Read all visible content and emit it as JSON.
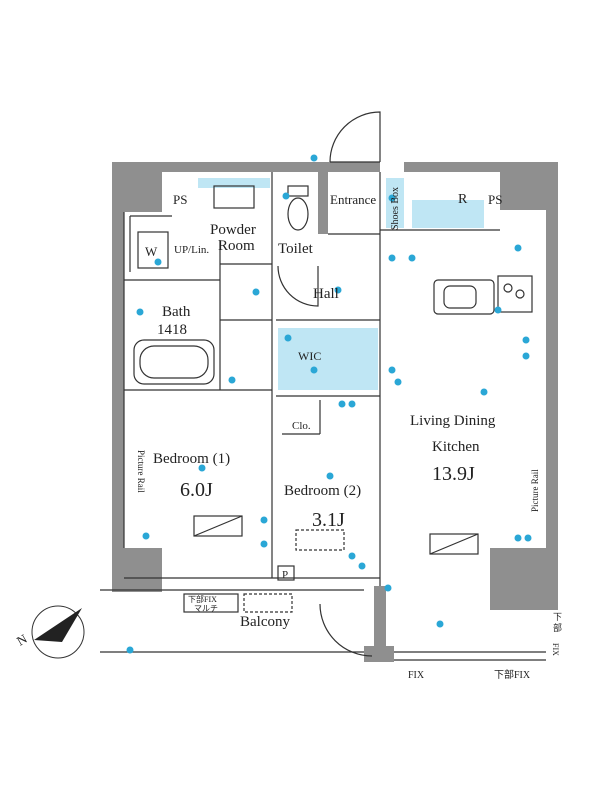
{
  "rooms": {
    "ps_left": "PS",
    "ps_right": "PS",
    "powder_room_1": "Powder",
    "powder_room_2": "Room",
    "toilet": "Toilet",
    "entrance": "Entrance",
    "shoes_box": "Shoes Box",
    "refrigerator": "R",
    "washer": "W",
    "up_lin": "UP/Lin.",
    "hall": "Hall",
    "bath": "Bath",
    "bath_size": "1418",
    "wic": "WIC",
    "clo": "Clo.",
    "ldk_1": "Living Dining",
    "ldk_2": "Kitchen",
    "ldk_size": "13.9J",
    "bedroom1": "Bedroom (1)",
    "bedroom1_size": "6.0J",
    "bedroom2": "Bedroom (2)",
    "bedroom2_size": "3.1J",
    "picture_rail_left": "Picture Rail",
    "picture_rail_right": "Picture Rail",
    "balcony": "Balcony",
    "p_mark": "P",
    "fix_bottom": "FIX",
    "fix_bottom_lower": "下部FIX",
    "fix_side_1": "下",
    "fix_side_2": "部",
    "fix_side_3": "FIX",
    "balcony_note_1": "下部FIX",
    "balcony_note_2": "マルチ",
    "north": "N"
  },
  "colors": {
    "wall": "#8f8f8f",
    "accent": "#2aa7d6",
    "highlight": "#bfe6f4"
  }
}
